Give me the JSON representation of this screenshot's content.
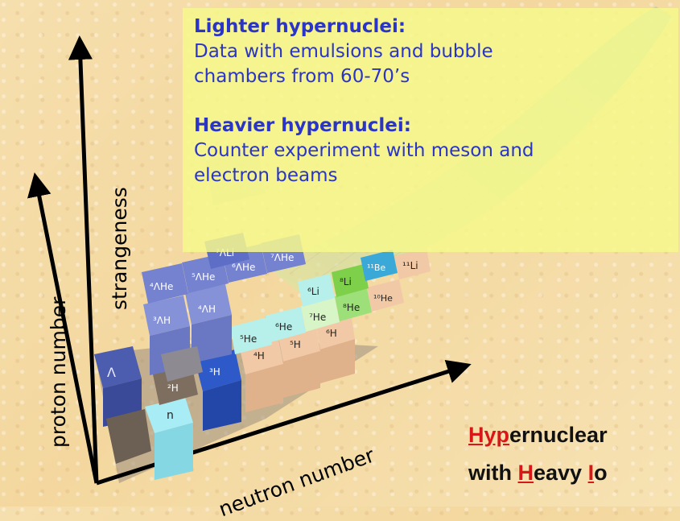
{
  "info": {
    "light_heading": "Lighter hypernuclei:",
    "light_line1": "Data with emulsions and bubble",
    "light_line2": "chambers from 60-70’s",
    "heavy_heading": "Heavier hypernuclei:",
    "heavy_line1": "Counter experiment with meson and",
    "heavy_line2": "electron beams"
  },
  "axes": {
    "proton": "proton number",
    "strangeness": "strangeness",
    "neutron": "neutron number"
  },
  "chart_labels": {
    "lambda": "Λ",
    "neutron": "n",
    "h2": "²H",
    "h3": "³H",
    "h4": "⁴H",
    "h5": "⁵H",
    "h6": "⁶H",
    "he5": "⁵He",
    "he6": "⁶He",
    "he7": "⁷He",
    "he8": "⁸He",
    "he10": "¹⁰He",
    "li6": "⁶Li",
    "li8": "⁸Li",
    "li11": "¹¹Li",
    "be11": "¹¹Be",
    "hyp_h3": "³ΛH",
    "hyp_h4": "⁴ΛH",
    "hyp_he4": "⁴ΛHe",
    "hyp_he5": "⁵ΛHe",
    "hyp_he6": "⁶ΛHe",
    "hyp_li7": "⁷ΛLi",
    "hyp_he7": "⁷ΛHe"
  },
  "footer": {
    "l1_hyp": "Hyp",
    "l1_rest": "ernuclear",
    "l2_pre": "with ",
    "l2_h": "H",
    "l2_mid": "eavy ",
    "l2_i": "I",
    "l2_rest": "o"
  },
  "colors": {
    "info_text": "#2a35c8",
    "info_bg": "#f6f88c",
    "accent_red": "#d81818",
    "hyper_blue": "#6a78d0",
    "deep_blue": "#2e59c8",
    "cyan": "#8fe3f0",
    "peach": "#f2c9a6",
    "green": "#7ed04a"
  }
}
